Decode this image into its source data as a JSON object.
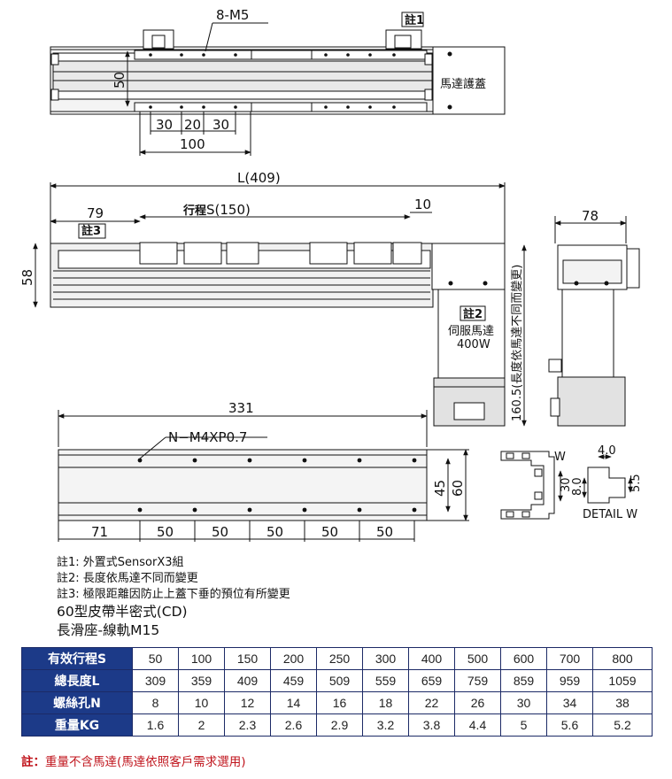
{
  "top_view": {
    "hole_label": "8-M5",
    "note_tag": "註1",
    "height_dim": "50",
    "pitch_dims": [
      "30",
      "20",
      "30"
    ],
    "span_dim": "100",
    "cover_label": "馬達護蓋"
  },
  "side_view": {
    "length_dim": "L(409)",
    "offset_dim": "79",
    "stroke_prefix": "行程",
    "stroke_dim": "S(150)",
    "end_dim": "10",
    "note_tag": "註3",
    "height_dim": "58",
    "motor_tag": "註2",
    "motor_line1": "伺服馬達",
    "motor_line2": "400W",
    "motor_length_dim": "160.5(長度依馬達不同而變更)"
  },
  "end_view": {
    "width_dim": "78"
  },
  "bottom_view": {
    "length_dim": "331",
    "hole_label": "N−M4XP0.7",
    "inner_dim": "45",
    "outer_dim": "60",
    "pitch_dims": [
      "71",
      "50",
      "50",
      "50",
      "50",
      "50"
    ]
  },
  "detail": {
    "marker": "W",
    "dim_30": "30",
    "dim_4": "4.0",
    "dim_8": "8.0",
    "dim_55": "5.5",
    "title": "DETAIL W"
  },
  "notes": {
    "n1": "註1: 外置式SensorX3組",
    "n2": "註2: 長度依馬達不同而變更",
    "n3": "註3: 極限距離因防止上蓋下垂的預位有所變更",
    "model_line": "60型皮帶半密式(CD)",
    "type_line": "長滑座-線軌M15"
  },
  "spec_table": {
    "stroke_header": "有效行程S",
    "length_header": "總長度L",
    "holes_header": "螺絲孔N",
    "weight_header": "重量KG",
    "strokes": [
      "50",
      "100",
      "150",
      "200",
      "250",
      "300",
      "400",
      "500",
      "600",
      "700",
      "800"
    ],
    "lengths": [
      "309",
      "359",
      "409",
      "459",
      "509",
      "559",
      "659",
      "759",
      "859",
      "959",
      "1059"
    ],
    "holes": [
      "8",
      "10",
      "12",
      "14",
      "16",
      "18",
      "22",
      "26",
      "30",
      "34",
      "38"
    ],
    "weights": [
      "1.6",
      "2",
      "2.3",
      "2.6",
      "2.9",
      "3.2",
      "3.8",
      "4.4",
      "5",
      "5.6",
      "5.2"
    ]
  },
  "footnote": {
    "label": "註：",
    "text": "重量不含馬達(馬達依照客戶需求選用)"
  },
  "colors": {
    "header_bg": "#1c3a88",
    "footnote": "#c0141c"
  }
}
